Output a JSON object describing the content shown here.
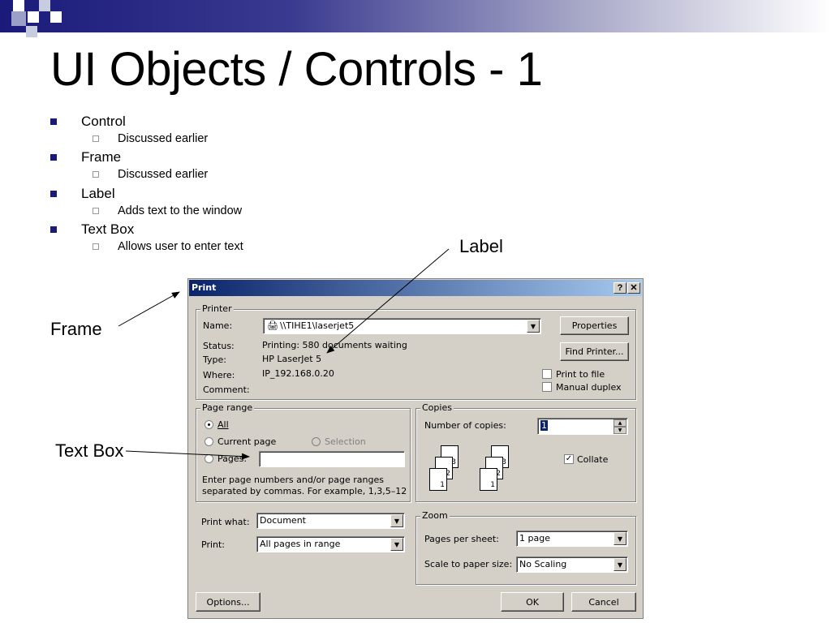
{
  "slide": {
    "title": "UI Objects / Controls - 1",
    "bullets": [
      {
        "label": "Control",
        "sub": "Discussed earlier"
      },
      {
        "label": "Frame",
        "sub": "Discussed earlier"
      },
      {
        "label": "Label",
        "sub": "Adds text to the window"
      },
      {
        "label": "Text Box",
        "sub": "Allows user to enter text"
      }
    ],
    "callouts": {
      "label": "Label",
      "frame": "Frame",
      "textbox": "Text Box"
    }
  },
  "dialog": {
    "title": "Print",
    "help_button": "?",
    "close_button": "✕",
    "printer": {
      "group_label": "Printer",
      "name_label": "Name:",
      "name_value": "\\\\TIHE1\\laserjet5",
      "status_label": "Status:",
      "status_value": "Printing: 580 documents waiting",
      "type_label": "Type:",
      "type_value": "HP LaserJet 5",
      "where_label": "Where:",
      "where_value": "IP_192.168.0.20",
      "comment_label": "Comment:",
      "properties_button": "Properties",
      "find_printer_button": "Find Printer...",
      "print_to_file": "Print to file",
      "manual_duplex": "Manual duplex"
    },
    "page_range": {
      "group_label": "Page range",
      "all": "All",
      "current_page": "Current page",
      "selection": "Selection",
      "pages": "Pages:",
      "hint_line1": "Enter page numbers and/or page ranges",
      "hint_line2": "separated by commas.  For example, 1,3,5–12"
    },
    "copies": {
      "group_label": "Copies",
      "number_label": "Number of copies:",
      "number_value": "1",
      "collate": "Collate",
      "page_numbers": [
        "3",
        "2",
        "1"
      ]
    },
    "print_what_label": "Print what:",
    "print_what_value": "Document",
    "print_label": "Print:",
    "print_value": "All pages in range",
    "zoom": {
      "group_label": "Zoom",
      "pages_per_sheet_label": "Pages per sheet:",
      "pages_per_sheet_value": "1 page",
      "scale_label": "Scale to paper size:",
      "scale_value": "No Scaling"
    },
    "options_button": "Options...",
    "ok_button": "OK",
    "cancel_button": "Cancel"
  }
}
